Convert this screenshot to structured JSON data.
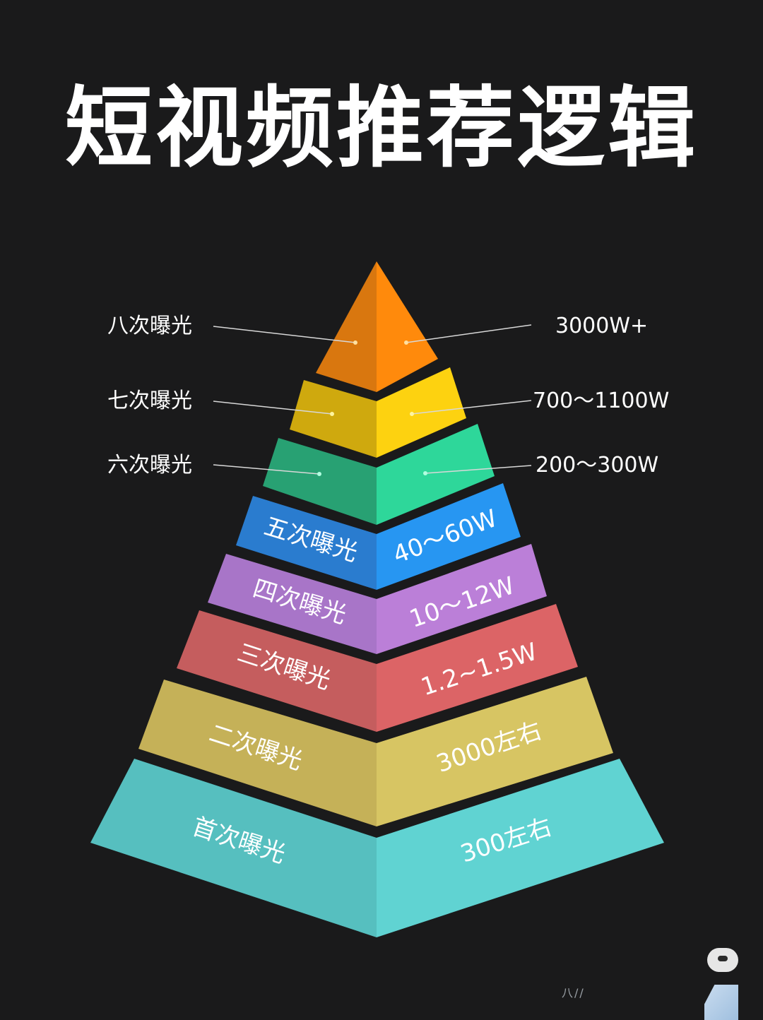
{
  "title": "短视频推荐逻辑",
  "pyramid": {
    "layers": [
      {
        "id": "L8",
        "label": "八次曝光",
        "value": "3000W+",
        "label_position": "outside",
        "color_left": "#d9770f",
        "color_right": "#ff8a0c"
      },
      {
        "id": "L7",
        "label": "七次曝光",
        "value": "700～1100W",
        "label_position": "outside",
        "color_left": "#cfa90e",
        "color_right": "#fdd210"
      },
      {
        "id": "L6",
        "label": "六次曝光",
        "value": "200～300W",
        "label_position": "outside",
        "color_left": "#28a173",
        "color_right": "#2ed79a"
      },
      {
        "id": "L5",
        "label": "五次曝光",
        "value": "40～60W",
        "label_position": "inside",
        "color_left": "#2a7ccf",
        "color_right": "#2796f2"
      },
      {
        "id": "L4",
        "label": "四次曝光",
        "value": "10～12W",
        "label_position": "inside",
        "color_left": "#a875c8",
        "color_right": "#bb7fd8"
      },
      {
        "id": "L3",
        "label": "三次曝光",
        "value": "1.2~1.5W",
        "label_position": "inside",
        "color_left": "#c55d5e",
        "color_right": "#dc6466"
      },
      {
        "id": "L2",
        "label": "二次曝光",
        "value": "3000左右",
        "label_position": "inside",
        "color_left": "#c5b158",
        "color_right": "#d7c563"
      },
      {
        "id": "L1",
        "label": "首次曝光",
        "value": "300左右",
        "label_position": "inside",
        "color_left": "#56bfbf",
        "color_right": "#60d3d2"
      }
    ]
  },
  "watermark": {
    "text": "八//"
  }
}
